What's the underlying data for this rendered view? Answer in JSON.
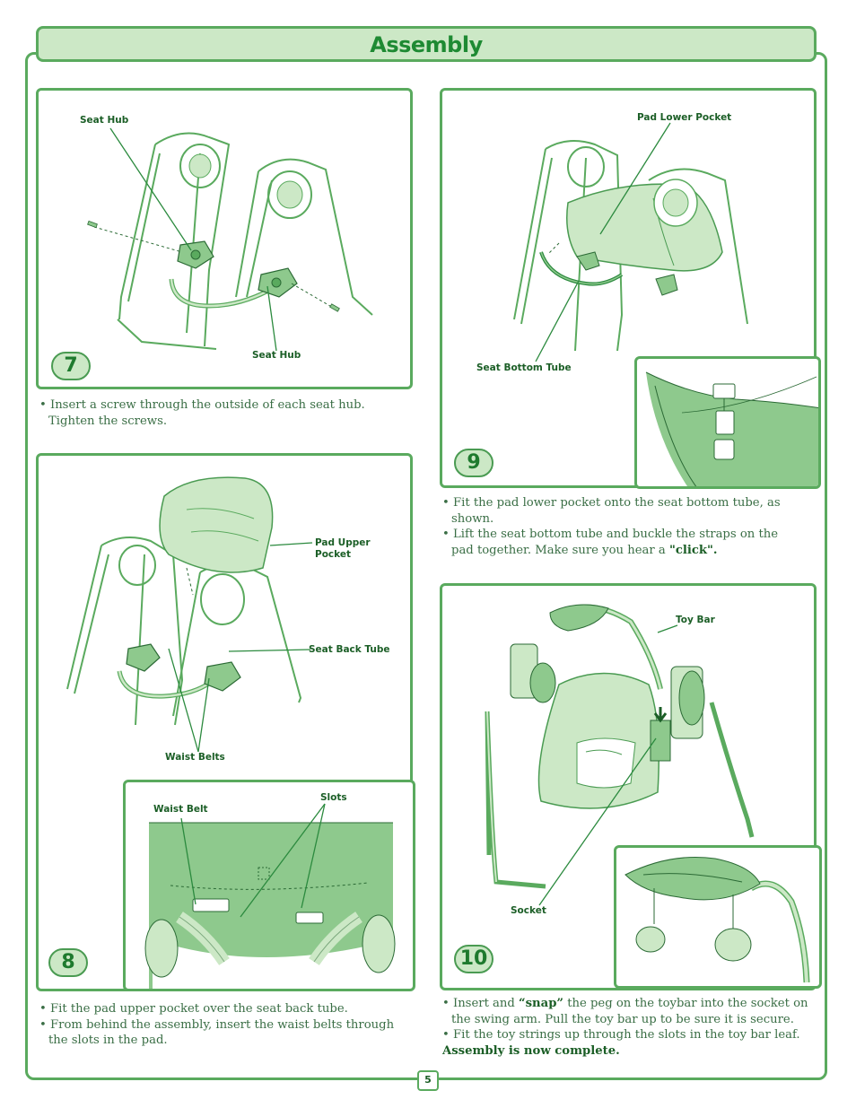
{
  "header": {
    "title": "Assembly"
  },
  "steps": {
    "s7": {
      "number": "7",
      "callouts": {
        "seat_hub_top": "Seat Hub",
        "seat_hub_bottom": "Seat Hub"
      }
    },
    "s8": {
      "number": "8",
      "callouts": {
        "pad_upper_pocket_line1": "Pad Upper",
        "pad_upper_pocket_line2": "Pocket",
        "seat_back_tube": "Seat Back Tube",
        "waist_belts": "Waist Belts",
        "waist_belt": "Waist Belt",
        "slots": "Slots"
      }
    },
    "s9": {
      "number": "9",
      "callouts": {
        "pad_lower_pocket": "Pad Lower Pocket",
        "seat_bottom_tube": "Seat Bottom Tube"
      }
    },
    "s10": {
      "number": "10",
      "callouts": {
        "toy_bar": "Toy Bar",
        "socket": "Socket"
      }
    }
  },
  "instructions": {
    "s7": {
      "line1": "Insert a screw through the outside of each seat hub.",
      "line2": "Tighten the screws."
    },
    "s8": {
      "b1": "Fit the pad upper pocket over the seat back tube.",
      "b2": "From behind the assembly, insert the waist belts through the slots in the pad."
    },
    "s9": {
      "b1": "Fit the pad lower pocket onto the seat bottom tube, as shown.",
      "b2_pre": "Lift the seat bottom tube and buckle the straps on the pad together. Make sure you hear a ",
      "b2_bold": "\"click\"."
    },
    "s10": {
      "b1_pre": "Insert and ",
      "b1_bold": "“snap”",
      "b1_post": " the peg on the toybar into the socket on the swing arm. Pull the toy bar up to be sure it is secure.",
      "b2": "Fit the toy strings up through the slots in the toy bar leaf.",
      "complete": "Assembly is now complete."
    }
  },
  "footer": {
    "page_number": "5"
  },
  "colors": {
    "frame": "#5aaa5e",
    "fill_light": "#cce8c6",
    "fill_mid": "#8ec98d",
    "title": "#1e8a33",
    "text": "#3a6e45"
  }
}
